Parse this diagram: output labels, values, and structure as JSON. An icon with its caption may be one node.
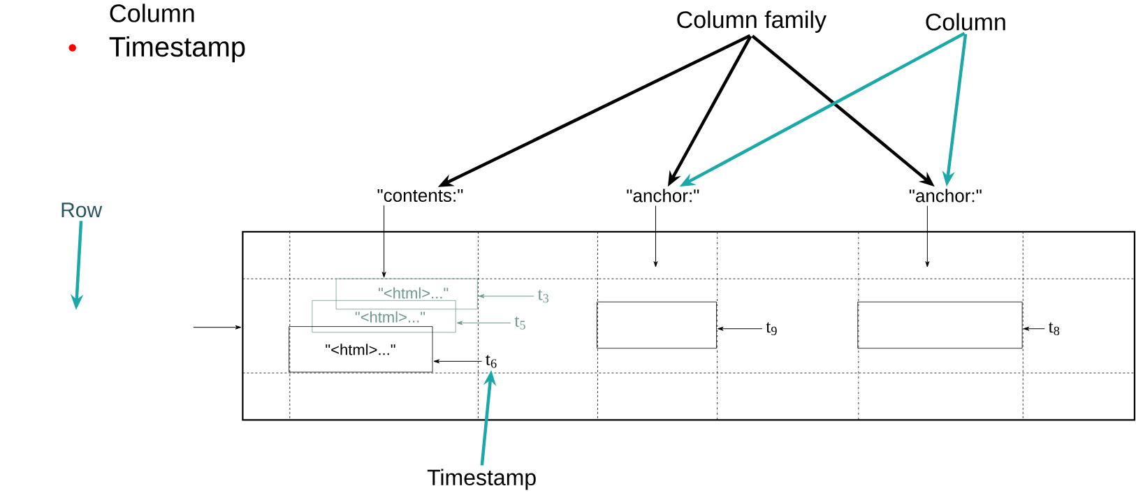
{
  "diagram": {
    "nodes": [
      {
        "text": [
          "Column family"
        ]
      },
      {
        "text": [
          "Column"
        ]
      },
      {
        "text": [
          "\"contents:\""
        ]
      },
      {
        "text": [
          "\"anchor:\""
        ]
      },
      {
        "text": [
          "\"anchor:\""
        ]
      },
      {
        "text": [
          "Row"
        ]
      },
      {
        "text": [],
        "shape": "box"
      },
      {
        "text": [
          "\"<html>...\""
        ],
        "in": 6
      },
      {
        "text": [
          "\"<html>...\""
        ],
        "in": 6
      },
      {
        "text": [
          "\"<html>...\""
        ],
        "in": 6
      },
      {
        "text": [
          "t$_{3}$"
        ],
        "in": 6
      },
      {
        "text": [
          "t$_{5}$"
        ],
        "in": 6
      },
      {
        "text": [
          "t$_{6}$"
        ],
        "in": 6
      },
      {
        "text": [],
        "shape": "box",
        "in": 6
      },
      {
        "text": [
          "t$_{9}$"
        ],
        "in": 6
      },
      {
        "text": [],
        "shape": "box",
        "in": 6
      },
      {
        "text": [
          "t$_{8}$"
        ],
        "in": 6
      },
      {
        "text": [
          "Timestamp"
        ]
      }
    ],
    "edges": [
      {
        "from": 0,
        "to": 2,
        "arrow": "to",
        "style": "thick"
      },
      {
        "from": 0,
        "to": 3,
        "arrow": "to",
        "style": "thick"
      },
      {
        "from": 0,
        "to": 4,
        "arrow": "to",
        "style": "thick"
      },
      {
        "from": 1,
        "to": 3,
        "arrow": "to",
        "style": "thick",
        "color": "#1aa8a8"
      },
      {
        "from": 1,
        "to": 4,
        "arrow": "to",
        "style": "thick",
        "color": "#1aa8a8"
      },
      {
        "from": 5,
        "to": null,
        "arrow": "to",
        "style": "thick",
        "color": "#1aa8a8"
      },
      {
        "from": null,
        "to": 6,
        "arrow": "to"
      },
      {
        "from": 2,
        "to": 7,
        "arrow": "to"
      },
      {
        "from": 3,
        "to": null,
        "arrow": "to"
      },
      {
        "from": 4,
        "to": null,
        "arrow": "to"
      },
      {
        "from": 10,
        "to": 7,
        "arrow": "to",
        "color": "#6f9990"
      },
      {
        "from": 11,
        "to": 8,
        "arrow": "to",
        "color": "#6f9990"
      },
      {
        "from": 12,
        "to": 9,
        "arrow": "to"
      },
      {
        "from": 14,
        "to": 13,
        "arrow": "to"
      },
      {
        "from": 16,
        "to": 15,
        "arrow": "to"
      },
      {
        "from": 17,
        "to": 12,
        "arrow": "to",
        "style": "thick",
        "color": "#1aa8a8"
      }
    ],
    "labels": [
      "Column",
      "Timestamp"
    ]
  }
}
